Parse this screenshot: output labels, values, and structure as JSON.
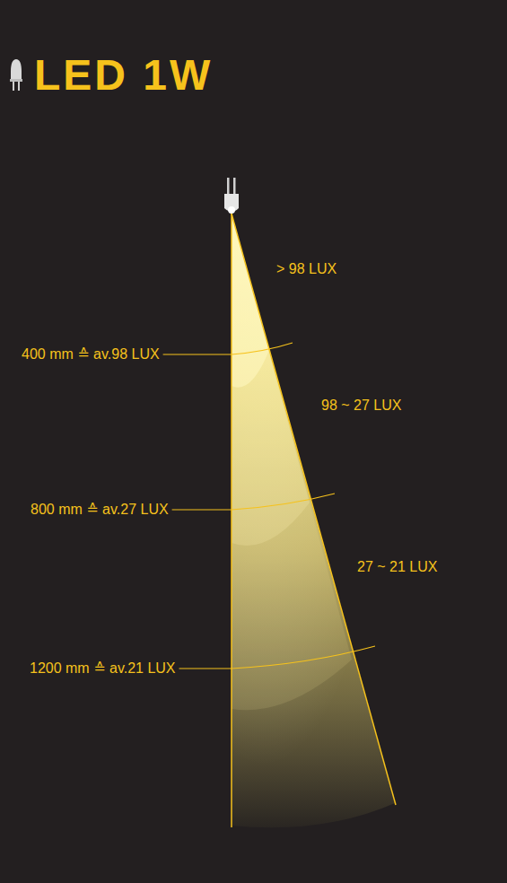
{
  "diagram": {
    "title": "LED 1W",
    "labels": [
      "> 98  LUX",
      "400 mm ≙ av.98 LUX",
      "98 ~ 27  LUX",
      "800 mm ≙ av.27 LUX",
      "27 ~ 21 LUX",
      "1200 mm ≙ av.21 LUX"
    ]
  }
}
